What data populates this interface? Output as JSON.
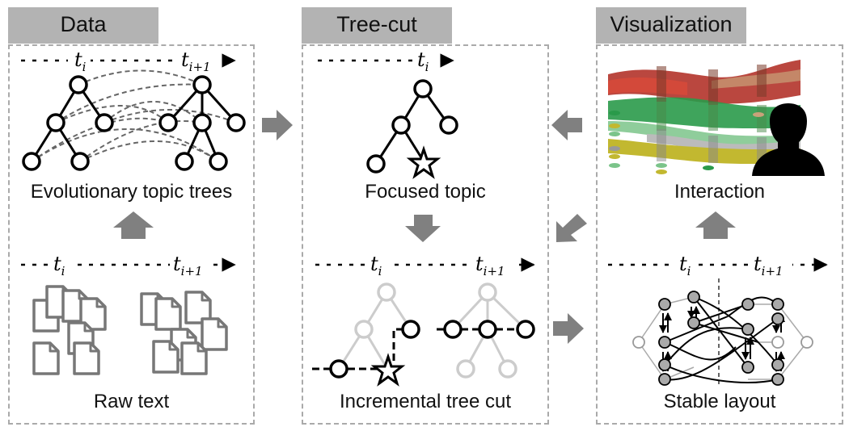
{
  "tabs": {
    "data": "Data",
    "treecut": "Tree-cut",
    "visualization": "Visualization"
  },
  "captions": {
    "evolutionary_trees": "Evolutionary topic trees",
    "raw_text": "Raw text",
    "focused_topic": "Focused topic",
    "incremental_cut": "Incremental tree cut",
    "interaction": "Interaction",
    "stable_layout": "Stable layout"
  },
  "timeline": {
    "t_i_base": "t",
    "t_i_sub": "i",
    "t_next_base": "t",
    "t_next_sub": "i+1"
  },
  "colors": {
    "tab_bg": "#b3b3b3",
    "arrow": "#808080",
    "border": "#aaaaaa"
  }
}
